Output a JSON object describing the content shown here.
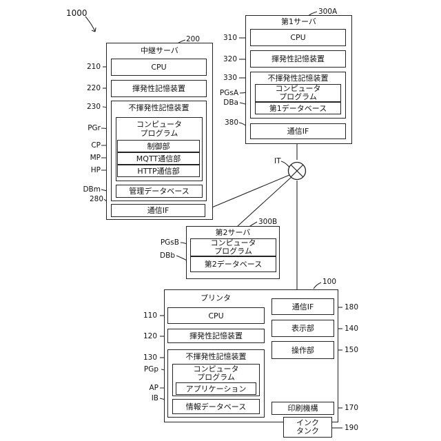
{
  "figure_ref": "1000",
  "relay_server": {
    "ref": "200",
    "title": "中継サーバ",
    "cpu": {
      "ref": "210",
      "label": "CPU"
    },
    "volatile": {
      "ref": "220",
      "label": "揮発性記憶装置"
    },
    "nonvolatile": {
      "ref": "230",
      "label": "不揮発性記憶装置"
    },
    "program": {
      "ref": "PGr",
      "line1": "コンピュータ",
      "line2": "プログラム"
    },
    "control": {
      "ref": "CP",
      "label": "制御部"
    },
    "mqtt": {
      "ref": "MP",
      "label": "MQTT通信部"
    },
    "http": {
      "ref": "HP",
      "label": "HTTP通信部"
    },
    "mgmt_db": {
      "ref": "DBm",
      "label": "管理データベース"
    },
    "comm": {
      "ref": "280",
      "label": "通信IF"
    }
  },
  "server1": {
    "ref": "300A",
    "title": "第1サーバ",
    "cpu": {
      "ref": "310",
      "label": "CPU"
    },
    "volatile": {
      "ref": "320",
      "label": "揮発性記憶装置"
    },
    "nonvolatile": {
      "ref": "330",
      "label": "不揮発性記憶装置"
    },
    "program": {
      "ref": "PGsA",
      "line1": "コンピュータ",
      "line2": "プログラム"
    },
    "db": {
      "ref": "DBa",
      "label": "第1データベース"
    },
    "comm": {
      "ref": "380",
      "label": "通信IF"
    }
  },
  "network": {
    "ref": "IT"
  },
  "server2": {
    "ref": "300B",
    "title": "第2サーバ",
    "program": {
      "ref": "PGsB",
      "line1": "コンピュータ",
      "line2": "プログラム"
    },
    "db": {
      "ref": "DBb",
      "label": "第2データベース"
    }
  },
  "printer": {
    "ref": "100",
    "title": "プリンタ",
    "cpu": {
      "ref": "110",
      "label": "CPU"
    },
    "volatile": {
      "ref": "120",
      "label": "揮発性記憶装置"
    },
    "nonvolatile": {
      "ref": "130",
      "label": "不揮発性記憶装置"
    },
    "program": {
      "ref": "PGp",
      "line1": "コンピュータ",
      "line2": "プログラム"
    },
    "app": {
      "ref": "AP",
      "label": "アプリケーション"
    },
    "info_db": {
      "ref": "IB",
      "label": "情報データベース"
    },
    "comm": {
      "ref": "180",
      "label": "通信IF"
    },
    "display": {
      "ref": "140",
      "label": "表示部"
    },
    "operation": {
      "ref": "150",
      "label": "操作部"
    },
    "print_mech": {
      "ref": "170",
      "label": "印刷機構"
    },
    "ink_tank": {
      "ref": "190",
      "line1": "インク",
      "line2": "タンク"
    }
  }
}
